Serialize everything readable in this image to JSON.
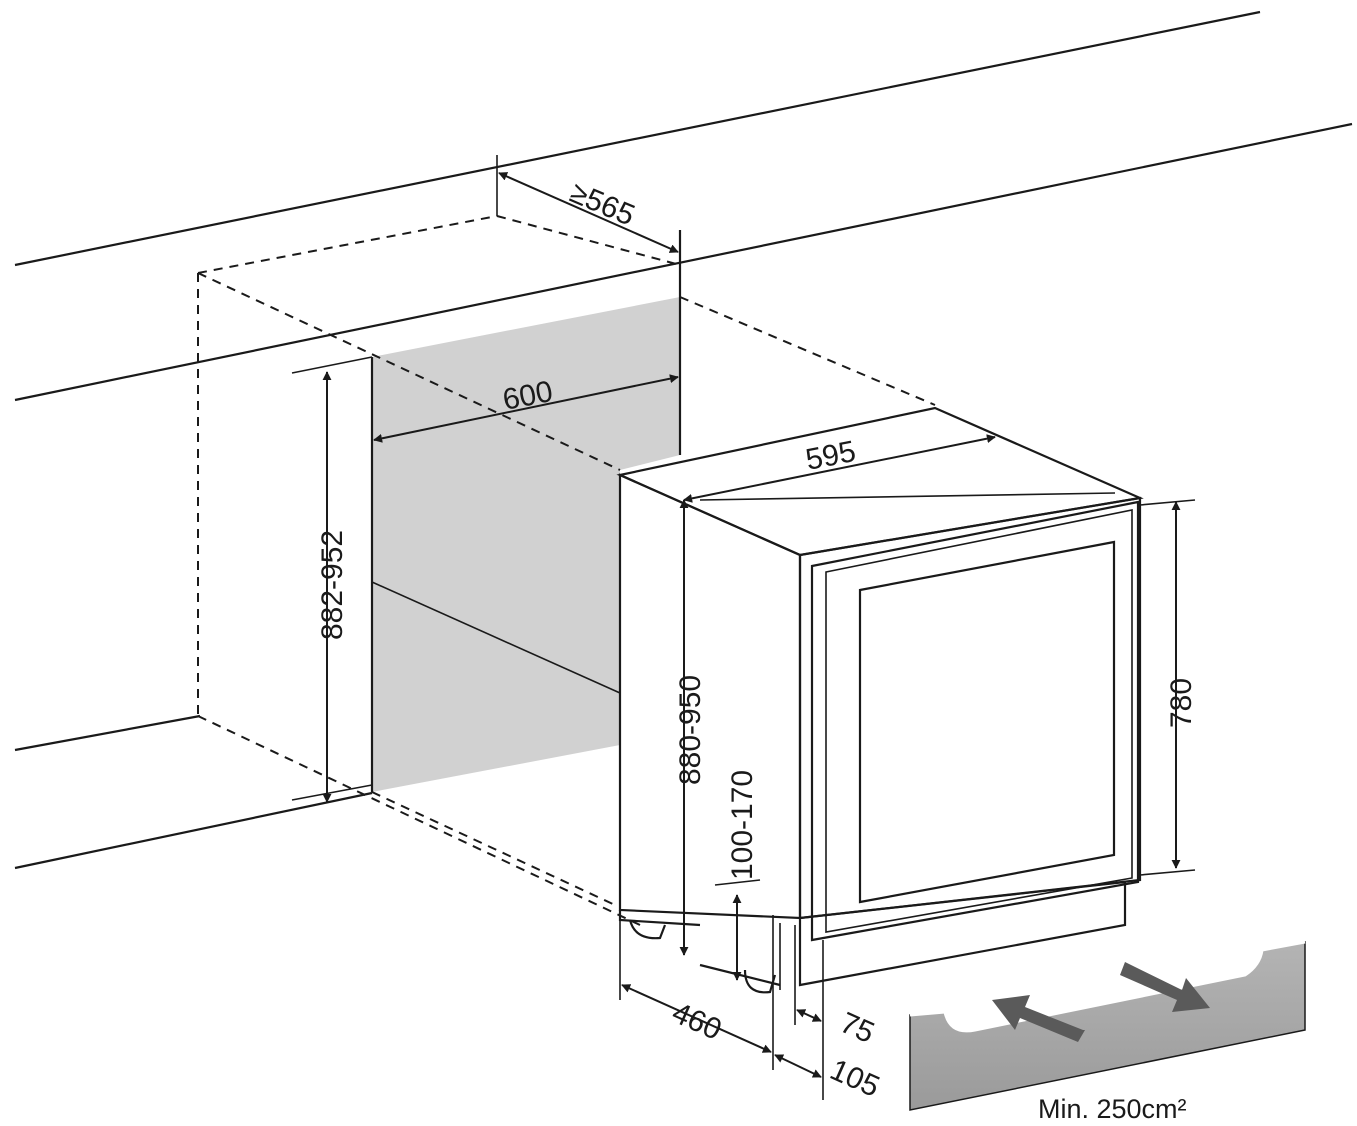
{
  "dimensions": {
    "niche_depth": "≥565",
    "niche_width": "600",
    "niche_height": "882-952",
    "unit_width": "595",
    "unit_height": "880-950",
    "door_height": "780",
    "plinth_height": "100-170",
    "unit_depth": "460",
    "door_offset": "75",
    "plinth_offset": "105"
  },
  "ventilation": {
    "caption": "Min. 250cm²"
  },
  "colors": {
    "line": "#1a1a1a",
    "niche_fill": "#d1d1d1",
    "plinth_fill": "#a4a4a4",
    "glass_light": "#f4f4f4",
    "glass_dark": "#c9c9c9"
  }
}
